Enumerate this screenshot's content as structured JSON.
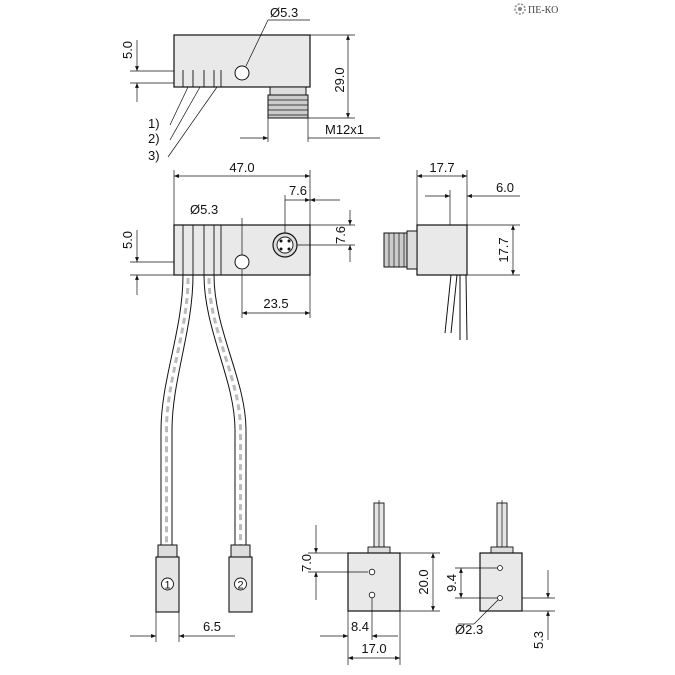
{
  "logo": {
    "text": "ПЕ-КО",
    "icon": "gear-icon"
  },
  "top_view": {
    "dim_height_5": "5.0",
    "dim_hole": "Ø5.3",
    "dim_total_29": "29.0",
    "thread": "M12x1",
    "callouts": [
      "1)",
      "2)",
      "3)"
    ]
  },
  "front_view": {
    "dim_width_47": "47.0",
    "dim_connector_7_6_h": "7.6",
    "dim_connector_7_6_v": "7.6",
    "dim_hole": "Ø5.3",
    "dim_height_5": "5.0",
    "dim_23_5": "23.5",
    "plug_labels": [
      "1",
      "2"
    ],
    "dim_plug_6_5": "6.5"
  },
  "side_view": {
    "dim_17_7_h": "17.7",
    "dim_6_0": "6.0",
    "dim_17_7_v": "17.7"
  },
  "bottom_left_view": {
    "dim_7_0": "7.0",
    "dim_20_0": "20.0",
    "dim_8_4": "8.4",
    "dim_17_0": "17.0"
  },
  "bottom_right_view": {
    "dim_9_4": "9.4",
    "dim_hole": "Ø2.3",
    "dim_5_3": "5.3"
  }
}
